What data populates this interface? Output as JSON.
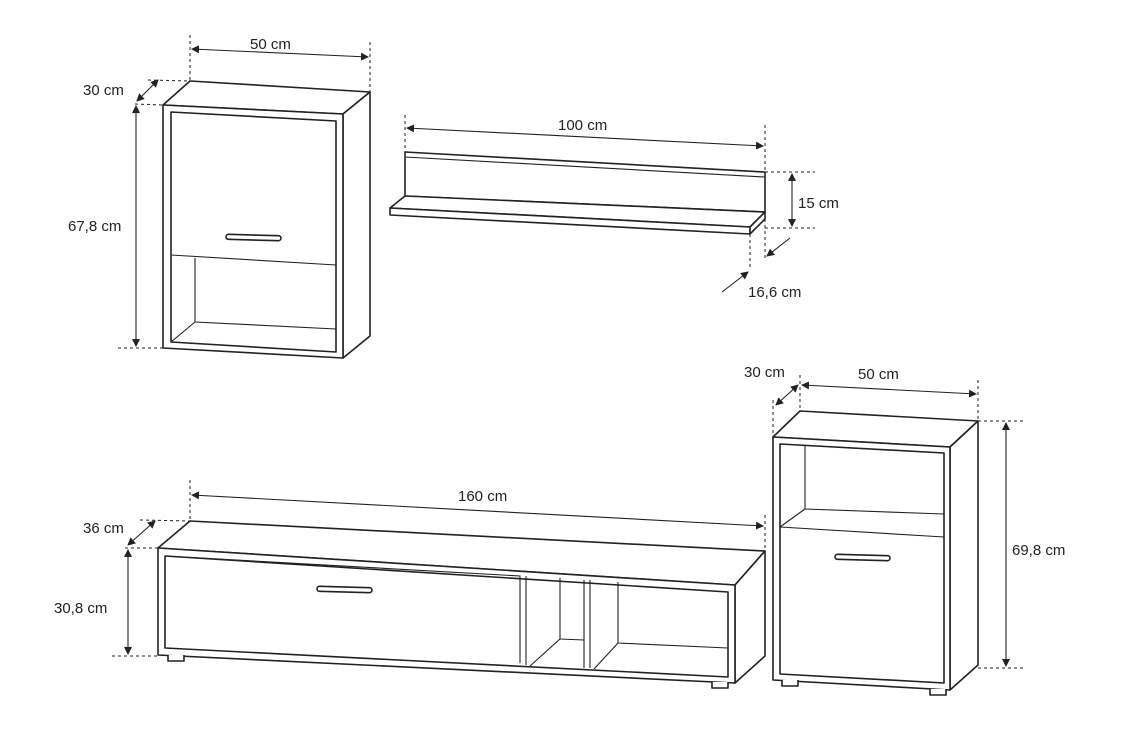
{
  "wall_cabinet": {
    "width": "50 cm",
    "depth": "30 cm",
    "height": "67,8 cm"
  },
  "wall_shelf": {
    "width": "100 cm",
    "height": "15 cm",
    "depth": "16,6 cm"
  },
  "tv_stand": {
    "width": "160 cm",
    "depth": "36 cm",
    "height": "30,8 cm"
  },
  "side_cabinet": {
    "width": "50 cm",
    "depth": "30 cm",
    "height": "69,8 cm"
  }
}
